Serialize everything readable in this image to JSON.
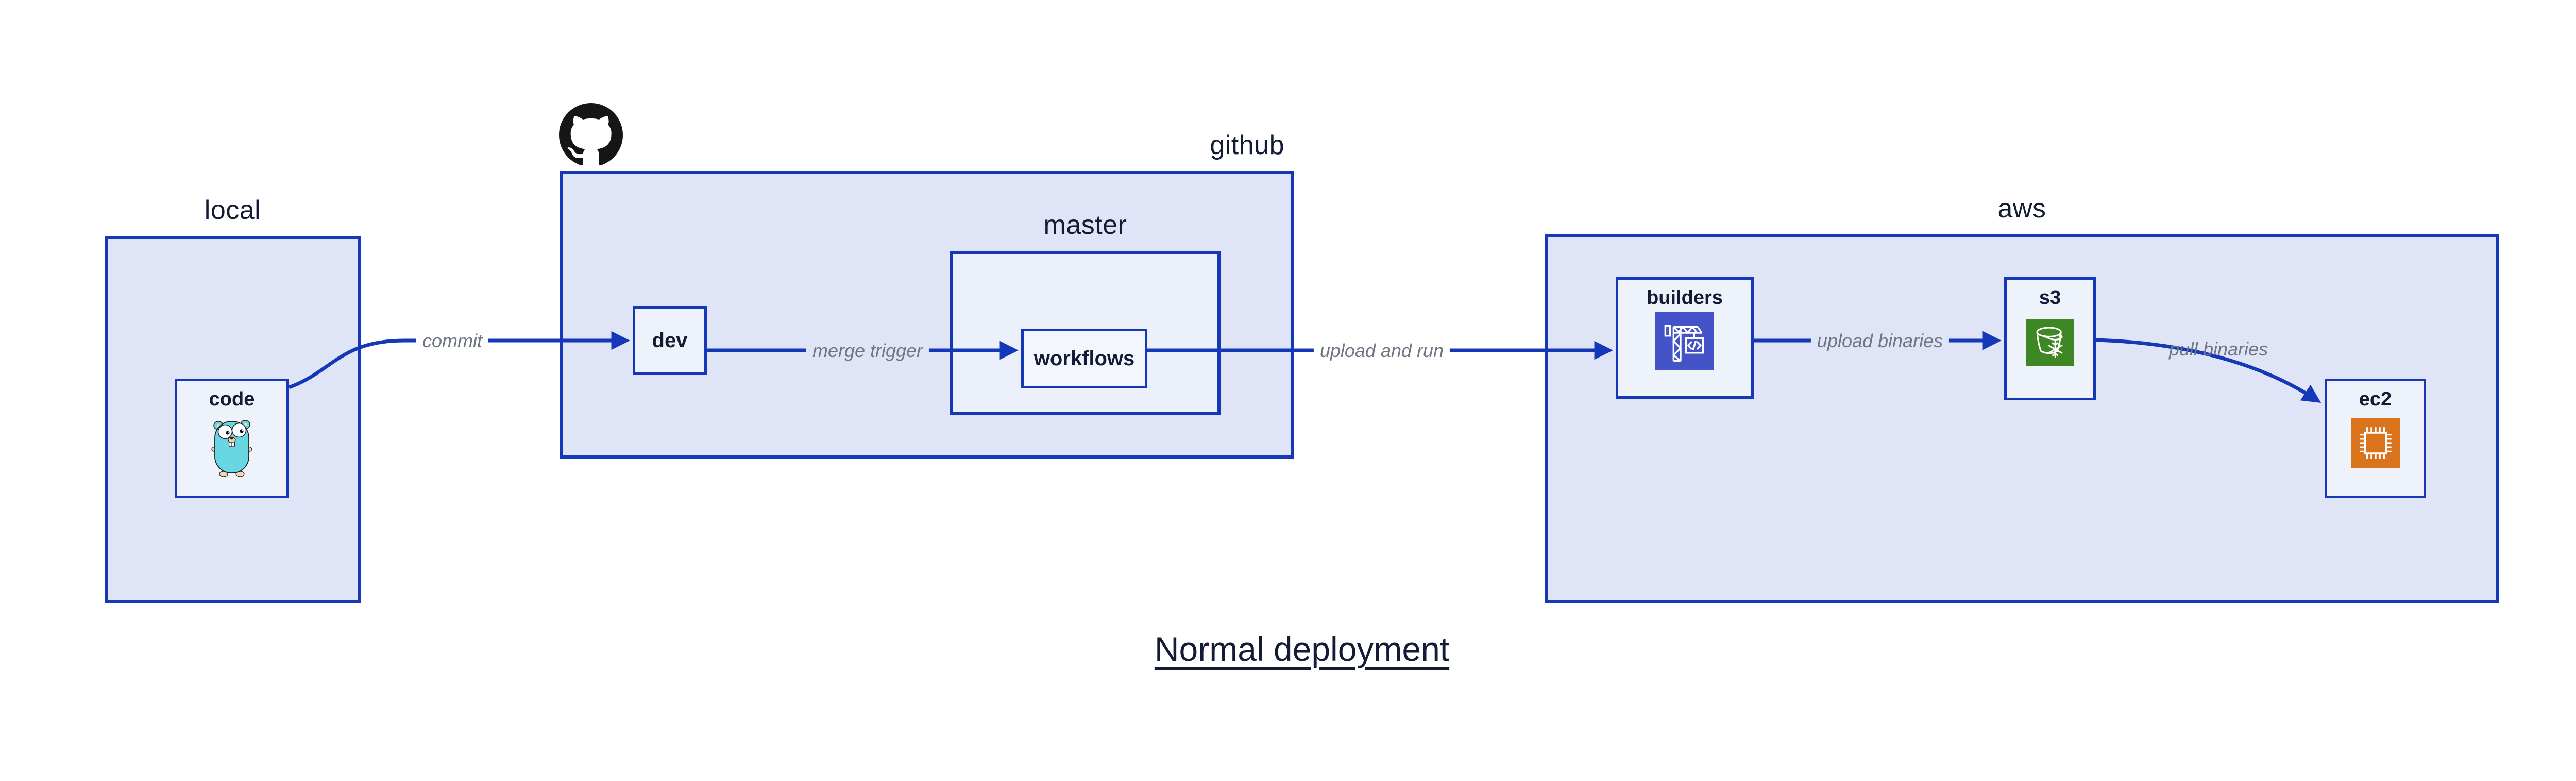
{
  "title": "Normal deployment",
  "colors": {
    "canvas-bg": "#ffffff",
    "accent": "#1438b8",
    "container-fill": "#dfe5f7",
    "node-fill": "#eef2fb",
    "master-fill": "#ecf0fa",
    "workflows-fill": "#f4f6fd",
    "text-navy": "#131b35",
    "edge-label": "#6e7683",
    "github-black": "#171515",
    "gopher-teal": "#68d7e2",
    "codebuild-purple": "#4553c9",
    "s3-green": "#3f8624",
    "ec2-orange": "#d9731c"
  },
  "containers": {
    "local": {
      "label": "local"
    },
    "github": {
      "label": "github"
    },
    "master": {
      "label": "master"
    },
    "aws": {
      "label": "aws"
    }
  },
  "nodes": {
    "code": {
      "label": "code",
      "icon": "gopher-icon"
    },
    "dev": {
      "label": "dev"
    },
    "workflows": {
      "label": "workflows"
    },
    "builders": {
      "label": "builders",
      "icon": "codebuild-crane-icon"
    },
    "s3": {
      "label": "s3",
      "icon": "s3-glacier-bucket-icon"
    },
    "ec2": {
      "label": "ec2",
      "icon": "ec2-chip-icon"
    }
  },
  "edges": {
    "commit": {
      "label": "commit",
      "from": "code",
      "to": "dev"
    },
    "merge_trigger": {
      "label": "merge trigger",
      "from": "dev",
      "to": "workflows"
    },
    "upload_and_run": {
      "label": "upload and run",
      "from": "workflows",
      "to": "builders"
    },
    "upload_binaries": {
      "label": "upload binaries",
      "from": "builders",
      "to": "s3"
    },
    "pull_binaries": {
      "label": "pull binaries",
      "from": "s3",
      "to": "ec2"
    }
  }
}
